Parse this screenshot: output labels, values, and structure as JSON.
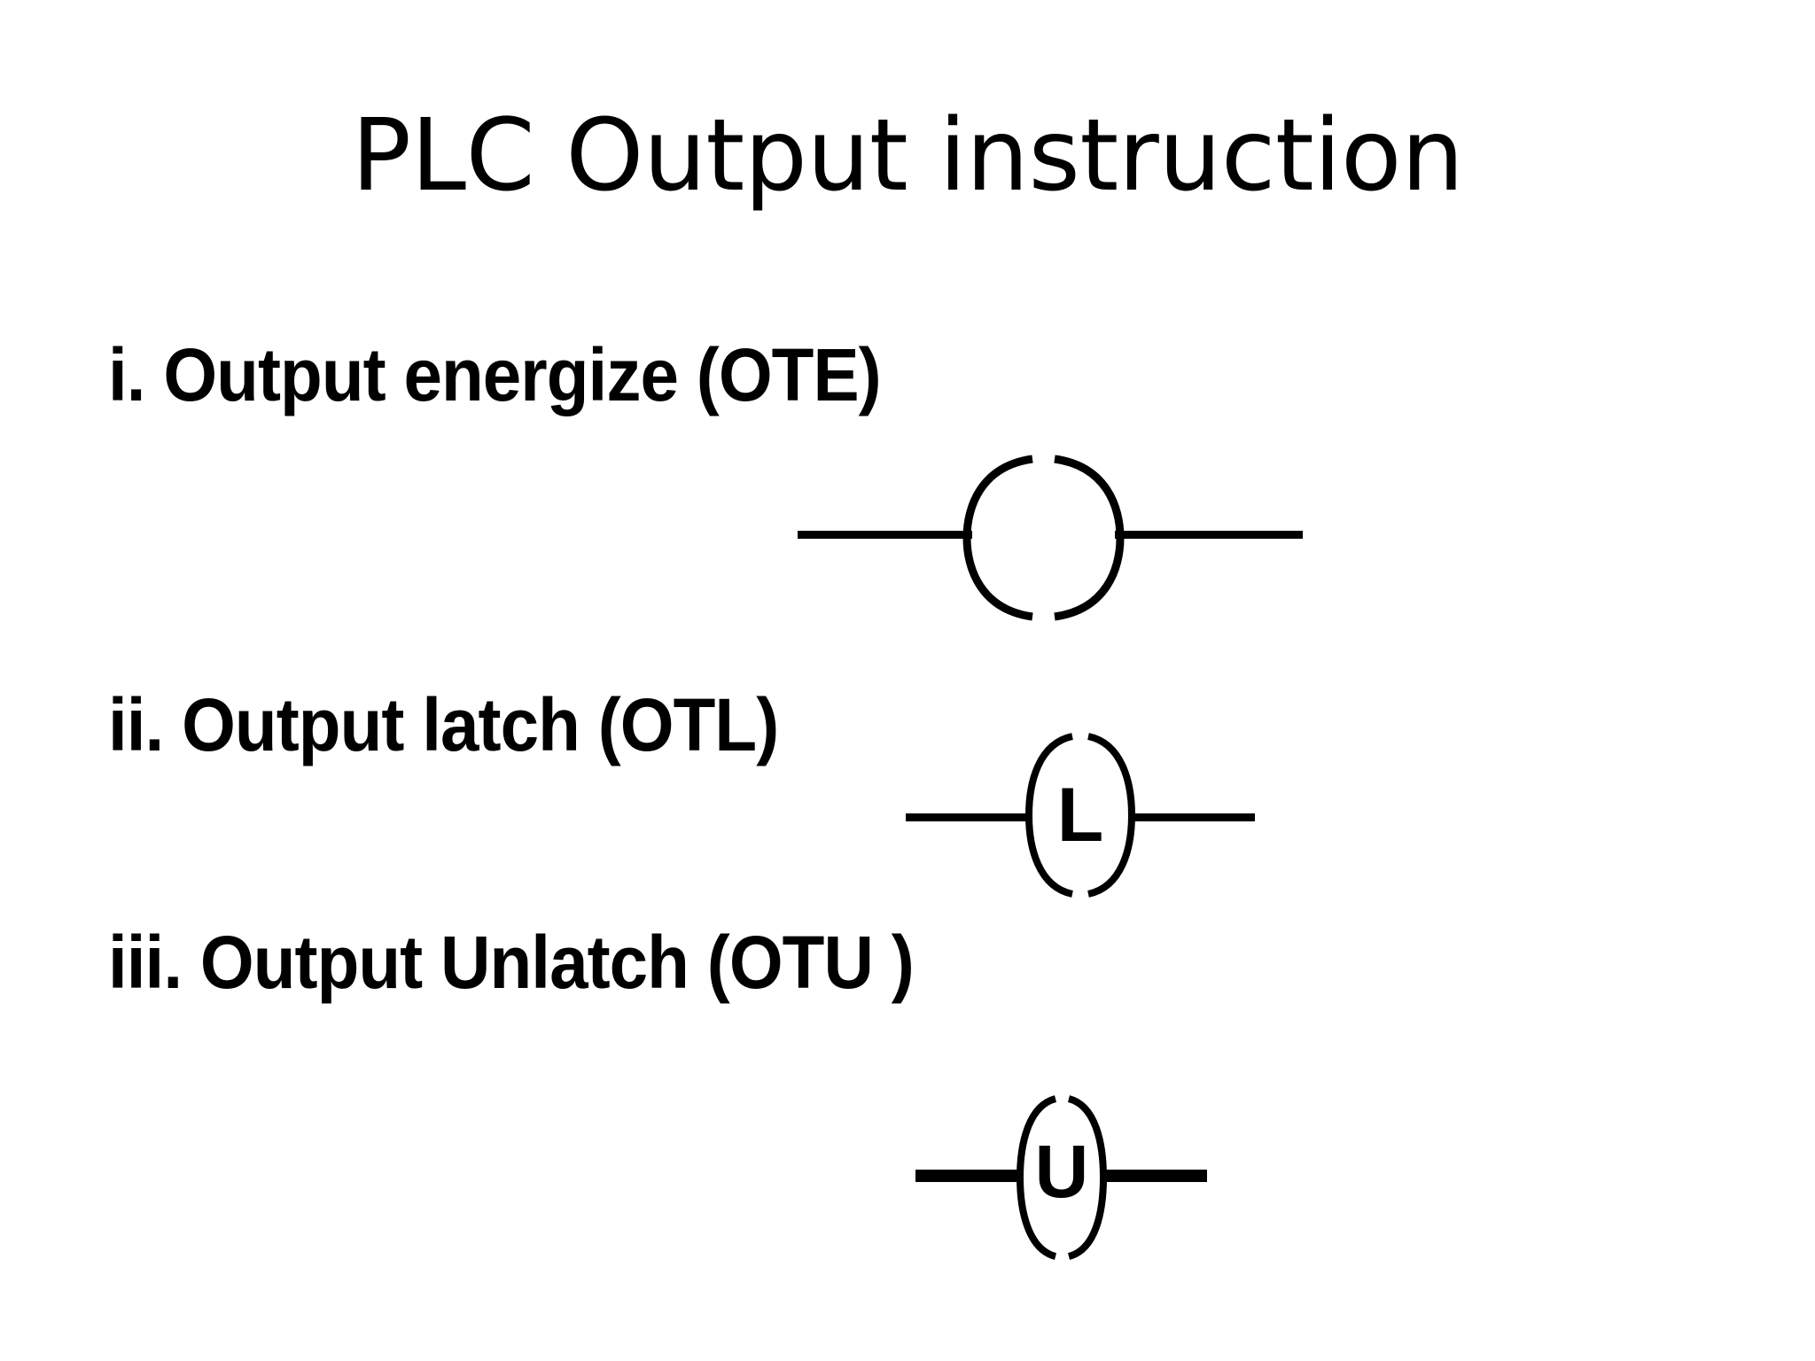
{
  "slide": {
    "title": "PLC Output instruction",
    "background_color": "#ffffff",
    "text_color": "#000000"
  },
  "bullets": [
    {
      "id": "ote",
      "marker": "i.",
      "label": "i. Output energize (OTE)",
      "name": "Output energize",
      "abbreviation": "OTE"
    },
    {
      "id": "otl",
      "marker": "ii.",
      "label": "ii. Output latch (OTL)",
      "name": "Output latch",
      "abbreviation": "OTL"
    },
    {
      "id": "otu",
      "marker": "iii.",
      "label": "iii. Output Unlatch (OTU )",
      "name": "Output Unlatch",
      "abbreviation": "OTU"
    }
  ],
  "symbols": [
    {
      "id": "ote",
      "type": "ladder-coil",
      "semantic": "output-energize-coil",
      "inner_letter": "",
      "description": "Open coil: two opposing arcs with rung lines on both sides",
      "stroke_color": "#000000"
    },
    {
      "id": "otl",
      "type": "ladder-coil",
      "semantic": "output-latch-coil",
      "inner_letter": "L",
      "description": "Coil with letter L inside, rung lines on both sides",
      "stroke_color": "#000000"
    },
    {
      "id": "otu",
      "type": "ladder-coil",
      "semantic": "output-unlatch-coil",
      "inner_letter": "U",
      "description": "Coil with letter U inside, rung lines on both sides",
      "stroke_color": "#000000"
    }
  ]
}
